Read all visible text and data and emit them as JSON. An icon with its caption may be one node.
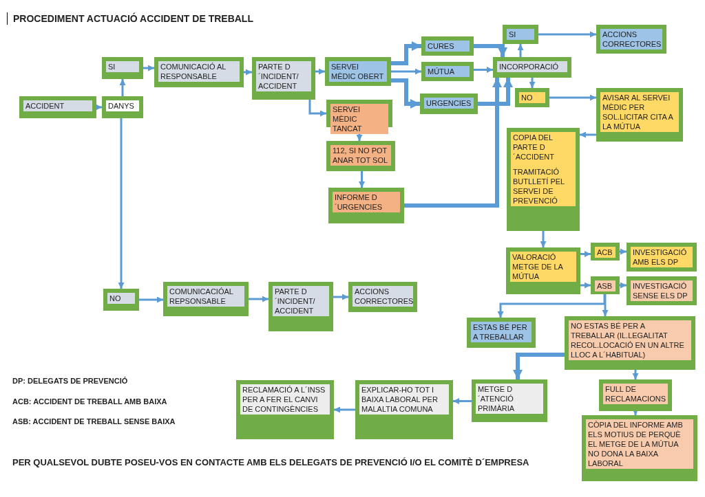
{
  "diagram": {
    "title": "PROCEDIMENT ACTUACIÓ ACCIDENT DE TREBALL",
    "nodes": [
      {
        "text": [
          "ACCIDENT"
        ]
      },
      {
        "text": [
          "DANYS"
        ]
      },
      {
        "text": [
          "SI"
        ]
      },
      {
        "text": [
          "COMUNICACIÓ AL RESPONSABLE"
        ]
      },
      {
        "text": [
          "PARTE D´INCIDENT/ ACCIDENT"
        ]
      },
      {
        "text": [
          "SERVEI MÈDIC OBERT"
        ]
      },
      {
        "text": [
          "SERVEI MÈDIC TANCAT"
        ]
      },
      {
        "text": [
          "112, SI NO POT ANAR TOT SOL"
        ]
      },
      {
        "text": [
          "INFORME D´URGENCIES"
        ]
      },
      {
        "text": [
          "CURES"
        ]
      },
      {
        "text": [
          "MÚTUA"
        ]
      },
      {
        "text": [
          "URGENCIES"
        ]
      },
      {
        "text": [
          "INCORPORACIÓ"
        ]
      },
      {
        "text": [
          "SI"
        ]
      },
      {
        "text": [
          "ACCIONS CORRECTORES"
        ]
      },
      {
        "text": [
          "NO"
        ]
      },
      {
        "text": [
          "AVISAR AL SERVEI MÈDIC PER SOL.LICITAR CITA A LA MÚTUA"
        ]
      },
      {
        "text": [
          "COPIA DEL PARTE D´ACCIDENT",
          "TRAMITACIÓ BUTLLETÍ PEL SERVEI DE PREVENCIÓ"
        ]
      },
      {
        "text": [
          "VALORACIÓ METGE DE LA MÚTUA"
        ]
      },
      {
        "text": [
          "ACB"
        ]
      },
      {
        "text": [
          "INVESTIGACIÓ AMB ELS DP"
        ]
      },
      {
        "text": [
          "ASB"
        ]
      },
      {
        "text": [
          "INVESTIGACIÓ SENSE ELS DP"
        ]
      },
      {
        "text": [
          "ESTAS BÉ PER A TREBALLAR"
        ]
      },
      {
        "text": [
          "NO ESTAS BÉ PER A TREBALLAR (IL.LEGALITAT RECOL.LOCACIÓ EN UN ALTRE LLOC A L´HABITUAL)"
        ]
      },
      {
        "text": [
          "FULL DE RECLAMACIONS"
        ]
      },
      {
        "text": [
          "CÒPIA DEL INFORME AMB ELS MOTIUS DE PERQUÈ EL METGE DE LA MÚTUA NO DONA LA BAIXA LABORAL"
        ]
      },
      {
        "text": [
          "METGE D´ATENCIÓ PRIMÀRIA"
        ]
      },
      {
        "text": [
          "EXPLICAR-HO TOT I BAIXA LABORAL PER MALALTIA COMUNA"
        ]
      },
      {
        "text": [
          "RECLAMACIÓ A L´INSS PER A FER EL CANVI DE CONTINGÈNCIES"
        ]
      },
      {
        "text": [
          "NO"
        ]
      },
      {
        "text": [
          "COMUNICACIÓAL REPSONSABLE"
        ]
      },
      {
        "text": [
          "PARTE D´INCIDENT/ ACCIDENT"
        ]
      },
      {
        "text": [
          "ACCIONS CORRECTORES"
        ]
      }
    ],
    "edges": [
      {
        "from": 0,
        "to": 1,
        "arrow": "to"
      },
      {
        "from": 1,
        "to": 2,
        "arrow": "to"
      },
      {
        "from": 2,
        "to": 3,
        "arrow": "to"
      },
      {
        "from": 3,
        "to": 4,
        "arrow": "to"
      },
      {
        "from": 4,
        "to": 5,
        "arrow": "to"
      },
      {
        "from": 4,
        "to": 6,
        "arrow": "to"
      },
      {
        "from": 5,
        "to": 9,
        "arrow": "to",
        "style": "thick"
      },
      {
        "from": 5,
        "to": 10,
        "arrow": "to"
      },
      {
        "from": 5,
        "to": 11,
        "arrow": "to",
        "style": "thick"
      },
      {
        "from": 9,
        "to": 12,
        "arrow": "to",
        "style": "thick"
      },
      {
        "from": 10,
        "to": 12,
        "arrow": "to"
      },
      {
        "from": 11,
        "to": 12,
        "arrow": "to",
        "style": "thick"
      },
      {
        "from": 6,
        "to": 7,
        "arrow": "to"
      },
      {
        "from": 7,
        "to": 8,
        "arrow": "to"
      },
      {
        "from": 8,
        "to": 12,
        "arrow": "to",
        "style": "thick"
      },
      {
        "from": 12,
        "to": 13,
        "arrow": "to"
      },
      {
        "from": 13,
        "to": 14,
        "arrow": "to"
      },
      {
        "from": 12,
        "to": 15,
        "arrow": "to"
      },
      {
        "from": 15,
        "to": 16,
        "arrow": "to"
      },
      {
        "from": 16,
        "to": 17,
        "arrow": "to"
      },
      {
        "from": 17,
        "to": 18,
        "arrow": "to"
      },
      {
        "from": 18,
        "to": 19,
        "arrow": "to"
      },
      {
        "from": 18,
        "to": 21,
        "arrow": "to"
      },
      {
        "from": 19,
        "to": 20,
        "arrow": "to"
      },
      {
        "from": 21,
        "to": 22,
        "arrow": "to"
      },
      {
        "from": 21,
        "to": 23,
        "arrow": "to"
      },
      {
        "from": 21,
        "to": 24,
        "arrow": "to"
      },
      {
        "from": 24,
        "to": 27,
        "arrow": "to",
        "style": "thick"
      },
      {
        "from": 24,
        "to": 25,
        "arrow": "to"
      },
      {
        "from": 25,
        "to": 26,
        "arrow": "to"
      },
      {
        "from": 27,
        "to": 28,
        "arrow": "to"
      },
      {
        "from": 28,
        "to": 29,
        "arrow": "to"
      },
      {
        "from": 1,
        "to": 30,
        "arrow": "to"
      },
      {
        "from": 30,
        "to": 31,
        "arrow": "to"
      },
      {
        "from": 31,
        "to": 32,
        "arrow": "to"
      },
      {
        "from": 32,
        "to": 33,
        "arrow": "to"
      }
    ],
    "labels": [
      "DP: DELEGATS DE PREVENCIÓ",
      "ACB: ACCIDENT DE TREBALL AMB BAIXA",
      "ASB: ACCIDENT DE TREBALL SENSE BAIXA",
      "PER QUALSEVOL DUBTE POSEU-VOS EN CONTACTE AMB ELS DELEGATS DE PREVENCIÓ I/O EL COMITÈ D´EMPRESA"
    ]
  }
}
